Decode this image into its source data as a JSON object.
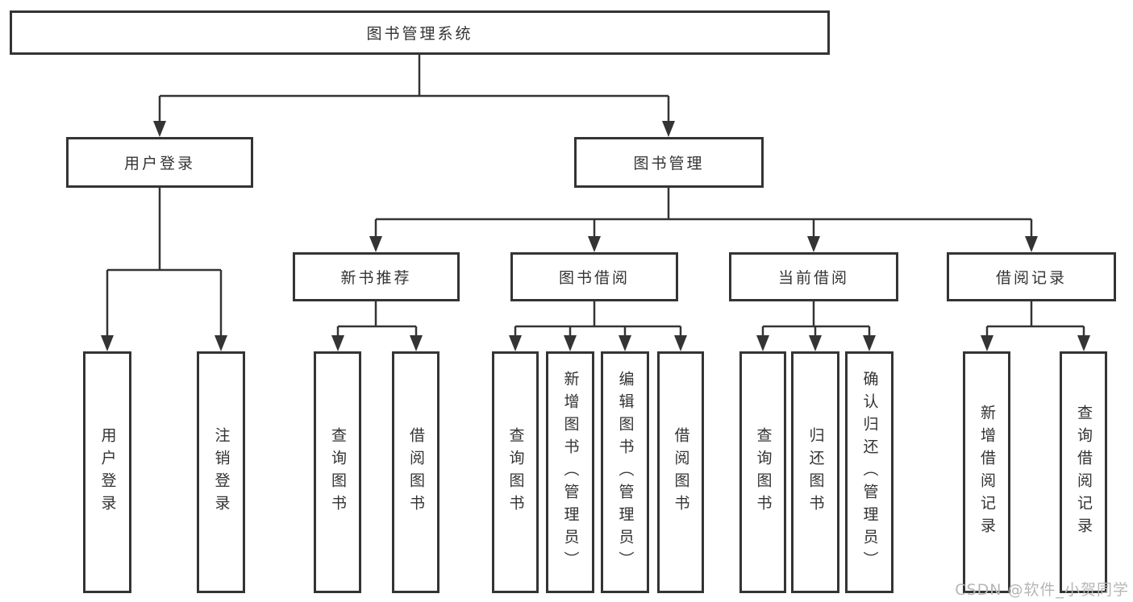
{
  "diagram": {
    "root": "图书管理系统",
    "level2": {
      "user_login": "用户登录",
      "book_mgmt": "图书管理"
    },
    "level3": {
      "new_book": "新书推荐",
      "book_borrow": "图书借阅",
      "current_borrow": "当前借阅",
      "borrow_records": "借阅记录"
    },
    "leaves": {
      "user_login": [
        "用户登录",
        "注销登录"
      ],
      "new_book": [
        "查询图书",
        "借阅图书"
      ],
      "book_borrow": [
        "查询图书",
        "新增图书（管理员）",
        "编辑图书（管理员）",
        "借阅图书"
      ],
      "current_borrow": [
        "查询图书",
        "归还图书",
        "确认归还（管理员）"
      ],
      "borrow_records": [
        "新增借阅记录",
        "查询借阅记录"
      ]
    }
  },
  "watermark": "CSDN @软件_小贺同学",
  "colors": {
    "line": "#343434",
    "box_border": "#343434",
    "box_background": "#ffffff",
    "text": "#333333",
    "watermark": "#b6b6b6",
    "page_background": "#ffffff"
  }
}
